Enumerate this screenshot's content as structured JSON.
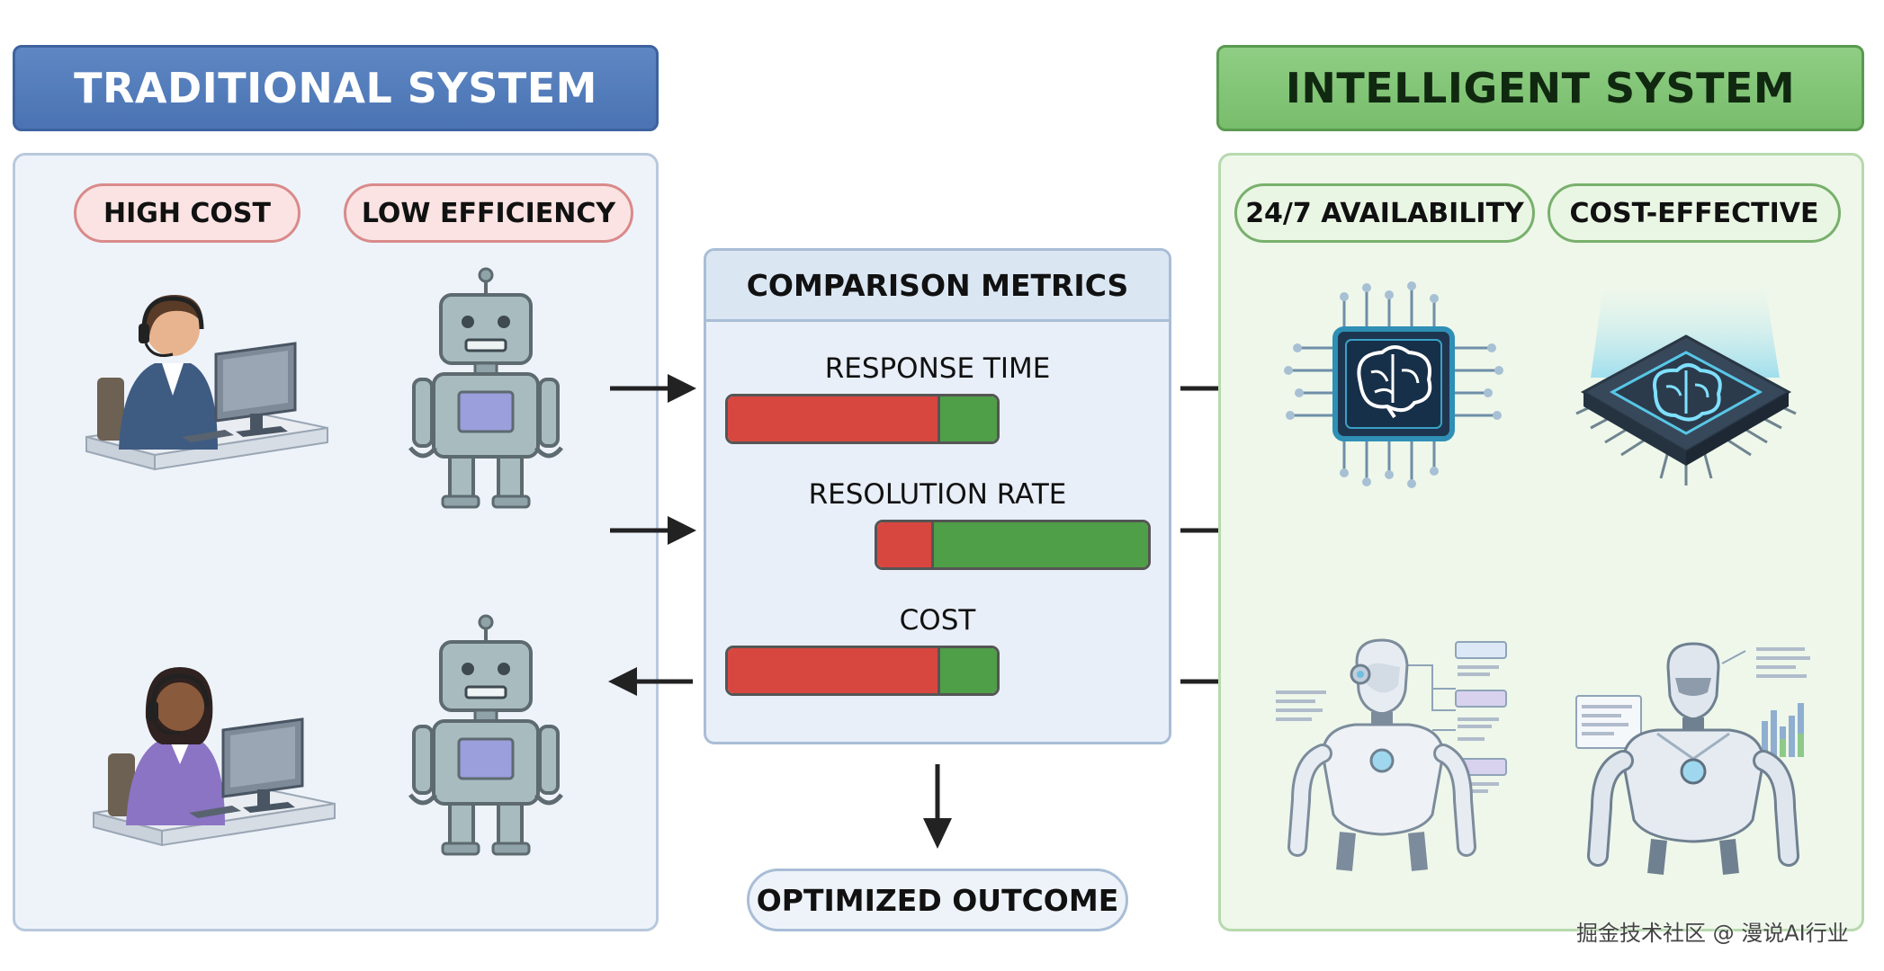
{
  "left": {
    "title": "TRADITIONAL SYSTEM",
    "tags": [
      "HIGH COST",
      "LOW EFFICIENCY"
    ],
    "colors": {
      "header": "#4f79b8",
      "tag_border": "#d98a8a"
    }
  },
  "right": {
    "title": "INTELLIGENT SYSTEM",
    "tags": [
      "24/7 AVAILABILITY",
      "COST-EFFECTIVE"
    ],
    "colors": {
      "header": "#80c474",
      "tag_border": "#78b06c"
    }
  },
  "center": {
    "title": "COMPARISON METRICS",
    "metrics": [
      {
        "label": "RESPONSE TIME",
        "red_fraction": 0.78,
        "green_fraction": 0.22
      },
      {
        "label": "RESOLUTION RATE",
        "red_fraction": 0.2,
        "green_fraction": 0.8
      },
      {
        "label": "COST",
        "red_fraction": 0.78,
        "green_fraction": 0.22
      }
    ],
    "colors": {
      "bad": "#d8473f",
      "good": "#4f9e48"
    }
  },
  "outcome": {
    "label": "OPTIMIZED OUTCOME"
  },
  "watermark": "掘金技术社区 @ 漫说AI行业",
  "icons": {
    "left": [
      "headset-agent-icon",
      "robot-icon",
      "headset-agent-icon",
      "robot-icon"
    ],
    "right": [
      "brain-chip-icon",
      "glowing-brain-chip-icon",
      "humanoid-robot-icon",
      "humanoid-robot-icon"
    ]
  }
}
